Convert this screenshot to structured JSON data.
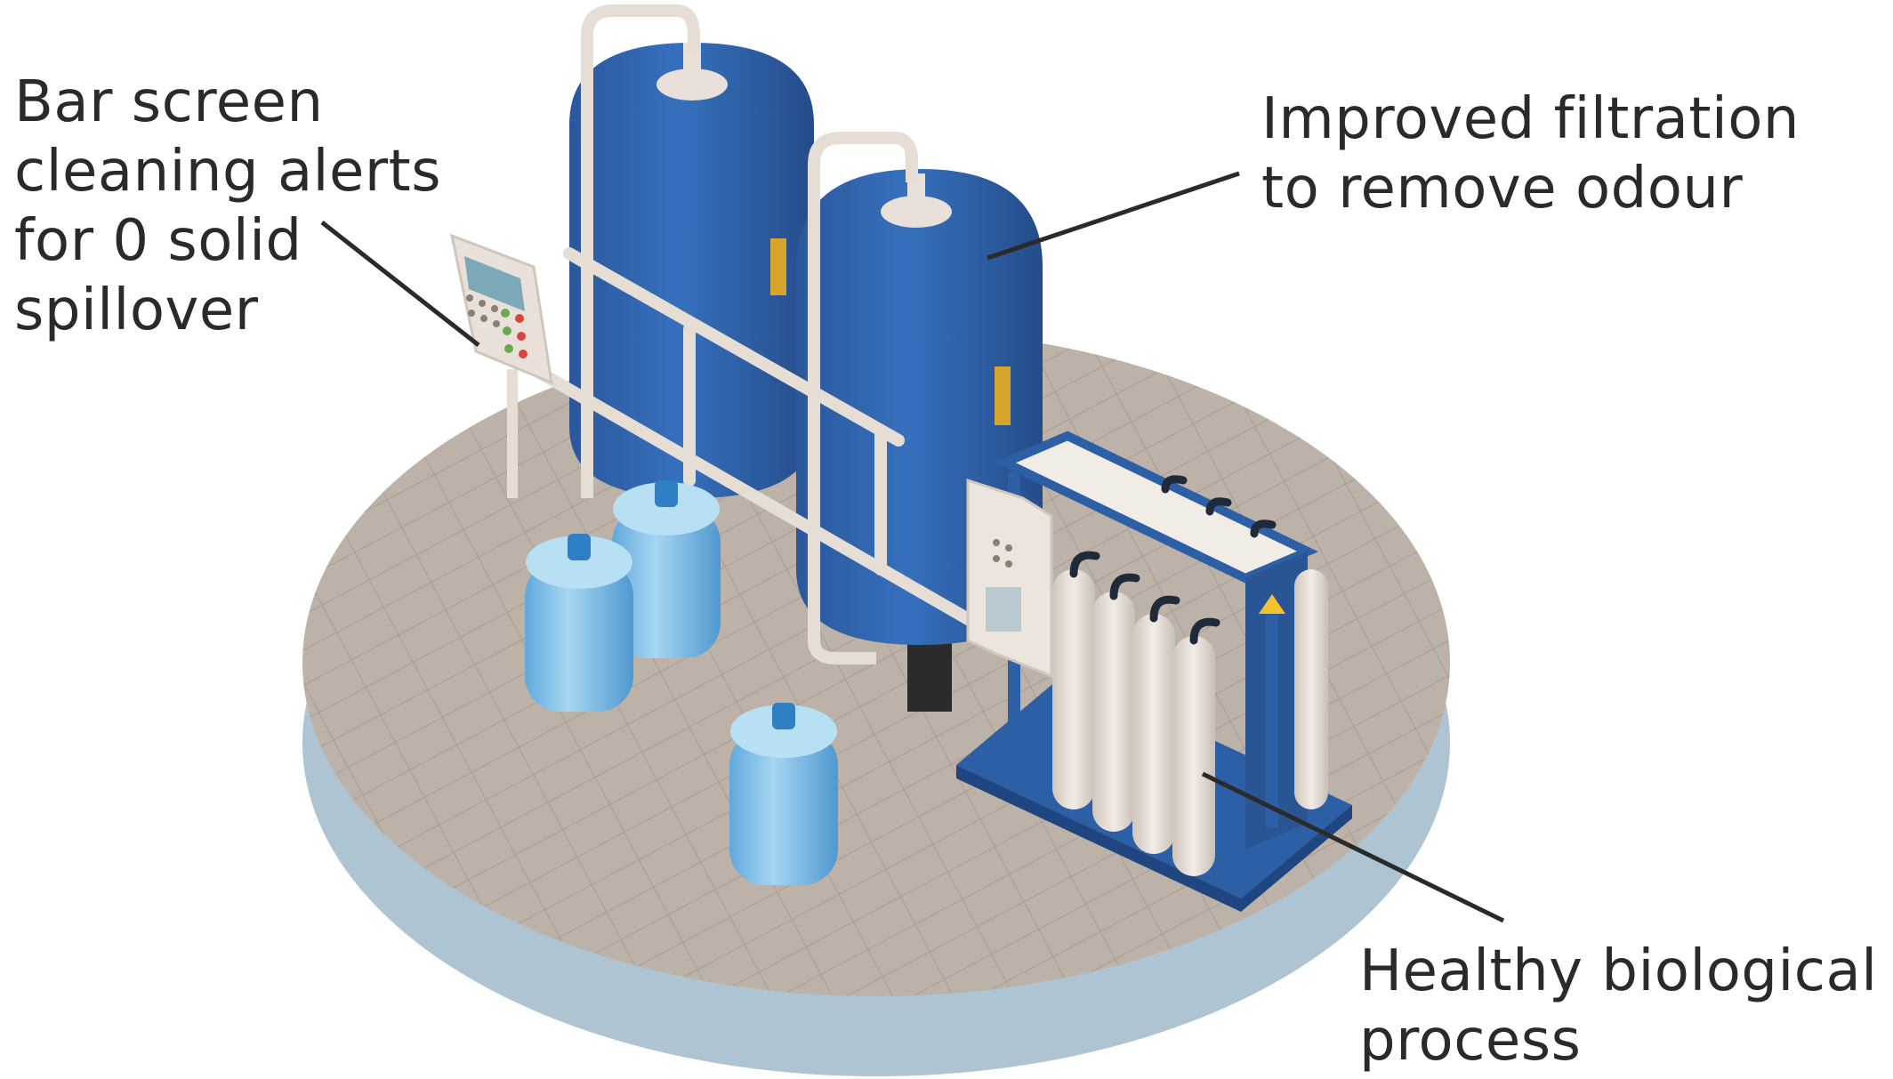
{
  "labels": {
    "bar_screen": [
      "Bar screen",
      "cleaning alerts",
      "for 0 solid",
      "spillover"
    ],
    "filtration": [
      "Improved filtration",
      "to remove odour"
    ],
    "biological": [
      "Healthy biological",
      "process"
    ]
  },
  "colors": {
    "platform_top": "#bdb2a7",
    "platform_side": "#aec4d2",
    "tank_blue": "#2e5ea8",
    "tank_blue_light": "#3a72c0",
    "pipe": "#e6ddd4",
    "bottle": "#7cc0e8",
    "membrane": "#e8e1da",
    "frame": "#2d5fa6",
    "leader_line": "#2a2a2a"
  }
}
